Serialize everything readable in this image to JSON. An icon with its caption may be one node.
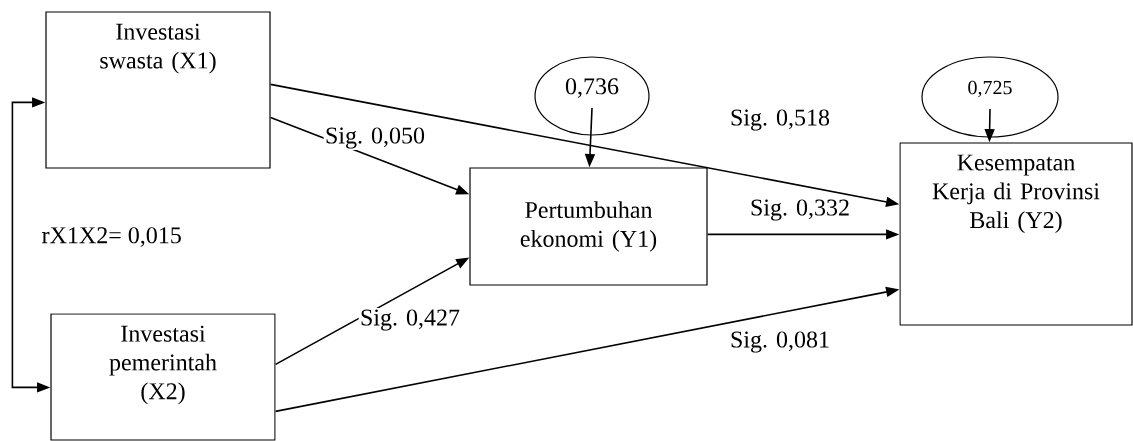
{
  "diagram": {
    "nodes": [
      {
        "text": [
          "Investasi swasta (X1)"
        ]
      },
      {
        "text": [
          "Investasi pemerintah (X2)"
        ]
      },
      {
        "text": [
          "Pertumbuhan ekonomi (Y1)"
        ]
      },
      {
        "text": [
          "Kesempatan Kerja di Provinsi Bali (Y2)"
        ]
      },
      {
        "text": [
          "0,736"
        ]
      },
      {
        "text": [
          "0,725"
        ]
      }
    ],
    "edges": [
      {
        "from": 0,
        "to": 2,
        "arrow": "to",
        "label": "Sig. 0,050"
      },
      {
        "from": 0,
        "to": 3,
        "arrow": "to",
        "label": "Sig. 0,518"
      },
      {
        "from": 1,
        "to": 2,
        "arrow": "to",
        "label": "Sig. 0,427"
      },
      {
        "from": 1,
        "to": 3,
        "arrow": "to",
        "label": "Sig. 0,081"
      },
      {
        "from": 2,
        "to": 3,
        "arrow": "to",
        "label": "Sig. 0,332"
      },
      {
        "from": 4,
        "to": 2,
        "arrow": "to"
      },
      {
        "from": 5,
        "to": 3,
        "arrow": "to"
      },
      {
        "from": 0,
        "to": 1,
        "arrow": "both",
        "label": "rX1X2= 0,015"
      }
    ]
  }
}
